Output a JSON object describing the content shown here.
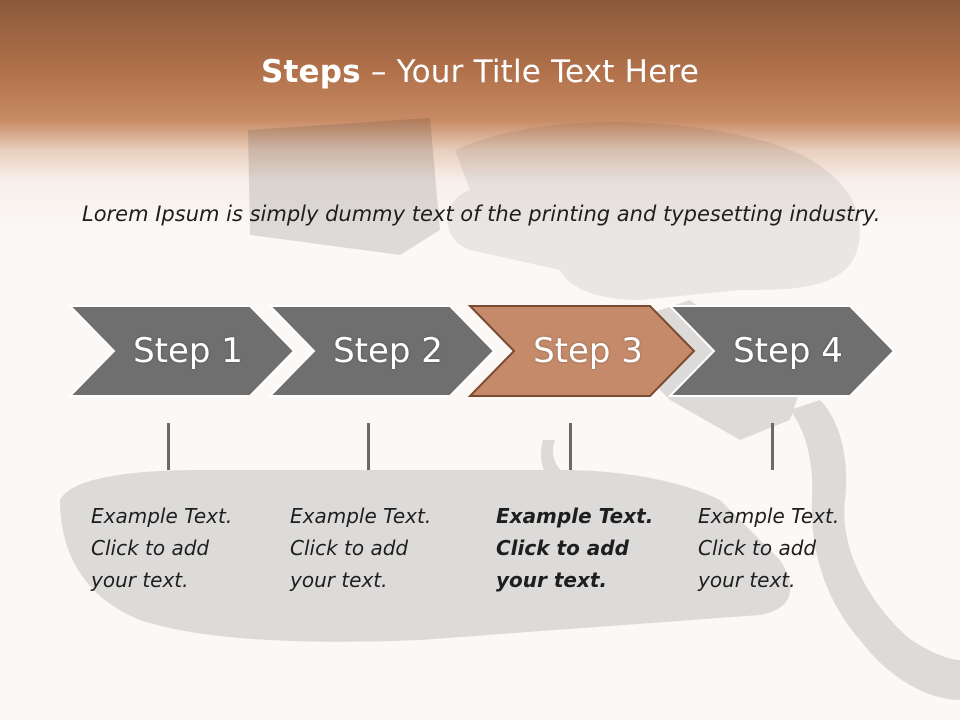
{
  "title": {
    "bold": "Steps",
    "rest": "– Your Title Text Here"
  },
  "intro": "Lorem Ipsum is simply dummy text of the printing and typesetting industry.",
  "colors": {
    "chevron_default": "#6f6f6f",
    "chevron_active": "#c48a6a",
    "header_brown": "#b0704a",
    "text": "#1e1e1e"
  },
  "steps": [
    {
      "label": "Step 1",
      "text": [
        "Example Text.",
        "Click  to add",
        "your text."
      ],
      "active": false
    },
    {
      "label": "Step 2",
      "text": [
        "Example Text.",
        "Click  to add",
        "your text."
      ],
      "active": false
    },
    {
      "label": "Step 3",
      "text": [
        "Example Text.",
        "Click  to add",
        "your text."
      ],
      "active": true
    },
    {
      "label": "Step 4",
      "text": [
        "Example Text.",
        "Click  to add",
        "your text."
      ],
      "active": false
    }
  ]
}
